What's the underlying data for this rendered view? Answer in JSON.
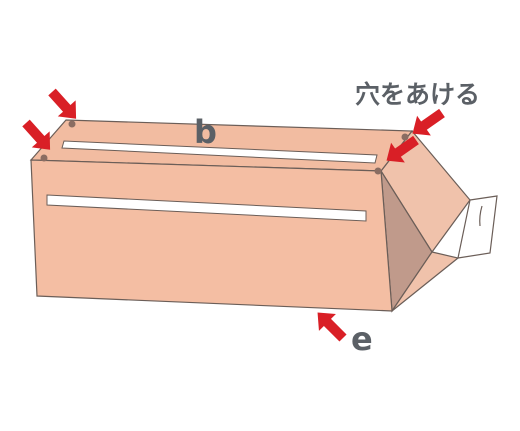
{
  "labels": {
    "b": "b",
    "e": "e",
    "holes": "穴をあける"
  },
  "icons": {
    "arrow": "red-pointer-arrow-icon",
    "hole": "punch-hole-icon"
  },
  "colors": {
    "box_front": "#f4bea3",
    "box_top": "#f2bca1",
    "box_side_dark": "#c09a8b",
    "box_side_light": "#f0c2ab",
    "outline": "#6b5e58",
    "slot": "#ffffff",
    "tab": "#ffffff",
    "arrow": "#d91f26",
    "hole": "#8a6d62",
    "label": "#5b6066"
  }
}
